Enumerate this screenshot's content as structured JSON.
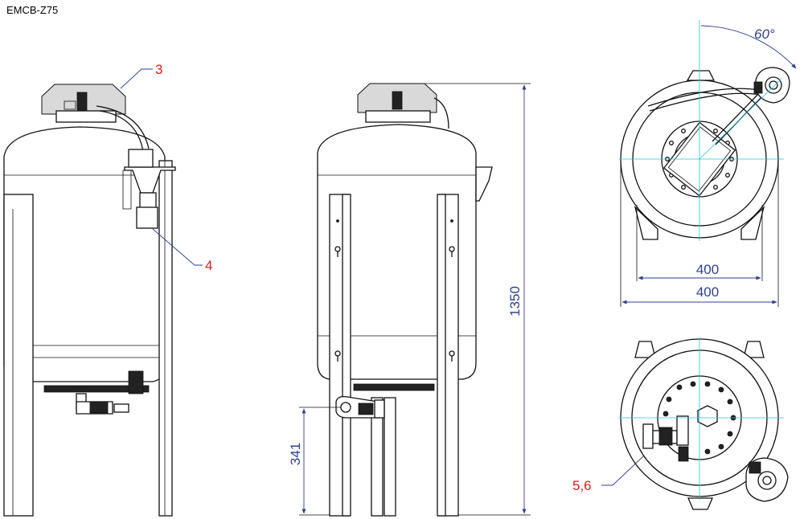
{
  "title": "EMCB-Z75",
  "callouts": {
    "c3": "3",
    "c4": "4",
    "c56": "5,6"
  },
  "dimensions": {
    "height_total": "1350",
    "height_outlet": "341",
    "width_inner": "400",
    "width_outer": "400",
    "angle": "60°"
  },
  "colors": {
    "outline": "#111111",
    "dimension": "#2e3f8f",
    "centerline": "#23c6d6",
    "callout": "#e01818"
  }
}
